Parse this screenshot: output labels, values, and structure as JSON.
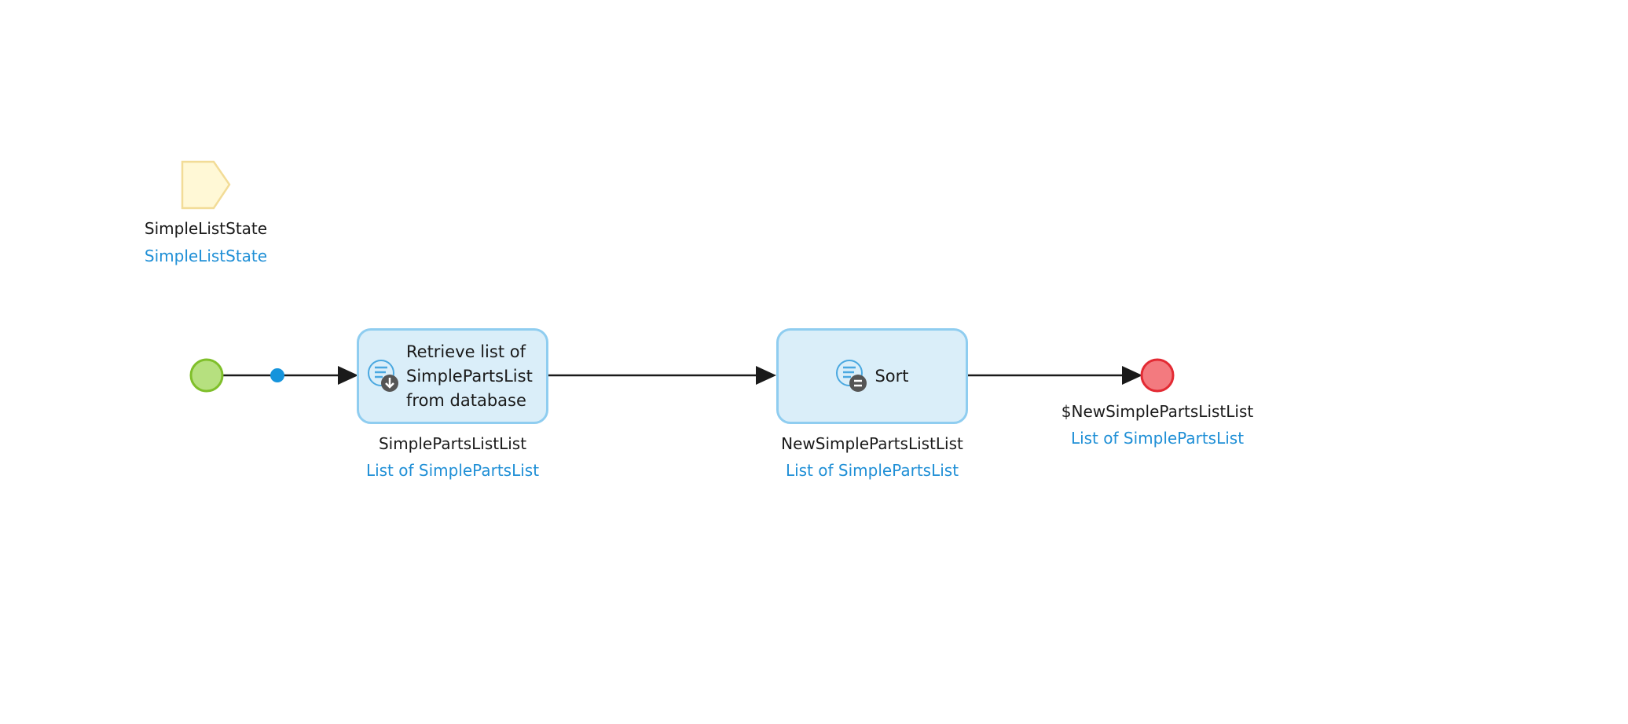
{
  "colors": {
    "start": "#b6e07f",
    "start_border": "#7fbf2a",
    "end": "#f37a7f",
    "end_border": "#e32a33",
    "activity_fill": "#daeef9",
    "activity_border": "#8fcdf0",
    "parameter_fill": "#fff8d6",
    "parameter_border": "#f2dc97",
    "link_text": "#1f8fd6",
    "connector": "#1a1a1a"
  },
  "parameter": {
    "name": "SimpleListState",
    "type": "SimpleListState",
    "icon": "parameter-icon"
  },
  "activities": [
    {
      "icon": "retrieve-list-icon",
      "lines": [
        "Retrieve list of",
        "SimplePartsList",
        "from database"
      ],
      "output_name": "SimplePartsListList",
      "output_type": "List of SimplePartsList"
    },
    {
      "icon": "sort-list-icon",
      "lines": [
        "Sort"
      ],
      "output_name": "NewSimplePartsListList",
      "output_type": "List of SimplePartsList"
    }
  ],
  "end_event": {
    "return_value": "$NewSimplePartsListList",
    "return_type": "List of SimplePartsList"
  }
}
